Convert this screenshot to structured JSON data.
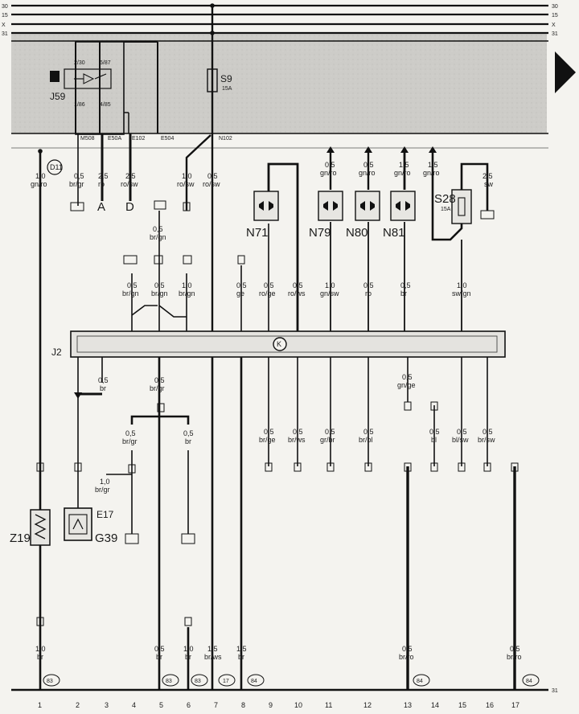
{
  "bus_lines": [
    {
      "label": "30"
    },
    {
      "label": "15"
    },
    {
      "label": "X"
    },
    {
      "label": "31"
    }
  ],
  "bottom_ground_label": "31",
  "relay": {
    "id": "J59",
    "pins": [
      "2/30",
      "6/87",
      "1/86",
      "4/85"
    ]
  },
  "fuse_s": {
    "id": "S9",
    "rating": "15A"
  },
  "fuse_s28": {
    "id": "S28",
    "rating": "15A"
  },
  "panel_connectors": [
    "M508",
    "E50A",
    "E102",
    "E504",
    "N102"
  ],
  "component_j": "J2",
  "ground_d": "D11",
  "circle_k": "K",
  "valves": [
    {
      "id": "N71",
      "label": "N71"
    },
    {
      "id": "N79",
      "label": "N79"
    },
    {
      "id": "N80",
      "label": "N80"
    },
    {
      "id": "N81",
      "label": "N81"
    }
  ],
  "component_z": "Z19",
  "component_g": "G39",
  "component_e": "E17",
  "upper_letters": {
    "a": "A",
    "d": "D"
  },
  "wire_labels_top": [
    {
      "size": "1,0",
      "color": "gn/ro"
    },
    {
      "size": "0,5",
      "color": "br/gr"
    },
    {
      "size": "2,5",
      "color": "ro"
    },
    {
      "size": "2,5",
      "color": "ro/sw"
    },
    {
      "size": "1,0",
      "color": "ro/sw"
    },
    {
      "size": "0,5",
      "color": "ro/sw"
    },
    {
      "size": "0,5",
      "color": "gn/ro"
    },
    {
      "size": "0,5",
      "color": "gn/ro"
    },
    {
      "size": "1,5",
      "color": "gn/ro"
    },
    {
      "size": "1,5",
      "color": "gn/ro"
    },
    {
      "size": "2,5",
      "color": "sw"
    }
  ],
  "wire_labels_mid": [
    {
      "size": "0,5",
      "color": "br/gn"
    },
    {
      "size": "0,5",
      "color": "br/gn"
    },
    {
      "size": "0,5",
      "color": "br/gn"
    },
    {
      "size": "1,0",
      "color": "br/gn"
    },
    {
      "size": "0,5",
      "color": "ge"
    },
    {
      "size": "0,5",
      "color": "ro/ge"
    },
    {
      "size": "0,5",
      "color": "ro/ws"
    },
    {
      "size": "1,0",
      "color": "gn/sw"
    },
    {
      "size": "0,5",
      "color": "ro"
    },
    {
      "size": "0,5",
      "color": "br"
    },
    {
      "size": "1,0",
      "color": "sw/gn"
    }
  ],
  "wire_labels_lower": [
    {
      "size": "0,5",
      "color": "br"
    },
    {
      "size": "0,5",
      "color": "br/gr"
    },
    {
      "size": "0,5",
      "color": "br/gr"
    },
    {
      "size": "0,5",
      "color": "br"
    },
    {
      "size": "1,0",
      "color": "br/gr"
    },
    {
      "size": "0,5",
      "color": "br/ge"
    },
    {
      "size": "0,5",
      "color": "br/ws"
    },
    {
      "size": "0,5",
      "color": "gr/br"
    },
    {
      "size": "0,5",
      "color": "br/bl"
    },
    {
      "size": "0,5",
      "color": "gn/ge"
    },
    {
      "size": "0,5",
      "color": "bl"
    },
    {
      "size": "0,5",
      "color": "bl/sw"
    },
    {
      "size": "0,5",
      "color": "br/sw"
    }
  ],
  "wire_labels_bottom": [
    {
      "size": "1,0",
      "color": "br"
    },
    {
      "size": "0,5",
      "color": "br"
    },
    {
      "size": "1,0",
      "color": "br"
    },
    {
      "size": "1,5",
      "color": "br/ws"
    },
    {
      "size": "1,5",
      "color": "br"
    },
    {
      "size": "0,5",
      "color": "br/ro"
    },
    {
      "size": "0,5",
      "color": "br/ro"
    }
  ],
  "ground_refs": [
    "83",
    "83",
    "83",
    "17",
    "84",
    "84",
    "84"
  ],
  "track_numbers": [
    "1",
    "2",
    "3",
    "4",
    "5",
    "6",
    "7",
    "8",
    "9",
    "10",
    "11",
    "12",
    "13",
    "14",
    "15",
    "16",
    "17"
  ],
  "colors": {
    "panel": "#cfcecb",
    "line": "#111111",
    "background": "#f4f3ef"
  }
}
